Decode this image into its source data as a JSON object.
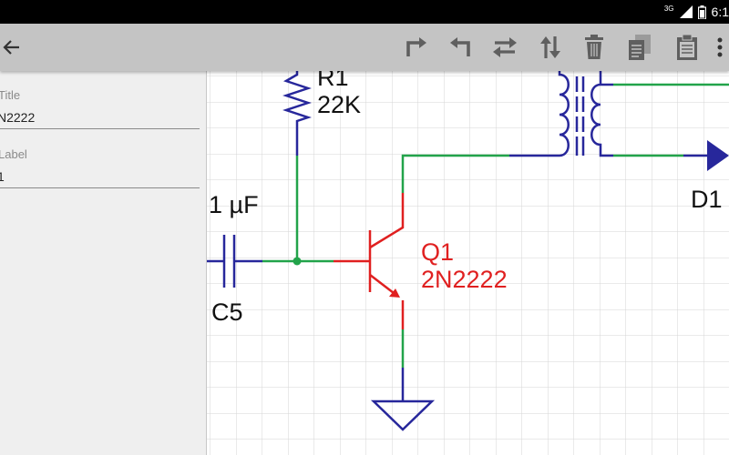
{
  "status": {
    "network": "3G",
    "time": "6:1"
  },
  "toolbar": {
    "icons": [
      "back-arrow-icon",
      "rotate-right-icon",
      "rotate-left-icon",
      "flip-horizontal-icon",
      "flip-vertical-icon",
      "delete-icon",
      "copy-icon",
      "paste-icon",
      "more-vert-icon"
    ]
  },
  "panel": {
    "title_label": "Title",
    "title_value": "N2222",
    "label_label": "Label",
    "label_value": "1"
  },
  "schematic": {
    "r1_name": "R1",
    "r1_value": "22K",
    "cap_value": "1 µF",
    "cap_name": "C5",
    "q1_name": "Q1",
    "q1_value": "2N2222",
    "d1_name": "D1",
    "colors": {
      "component": "#27279b",
      "wire": "#22a34a",
      "selected": "#e02020",
      "grid": "#d6d6d6"
    }
  }
}
